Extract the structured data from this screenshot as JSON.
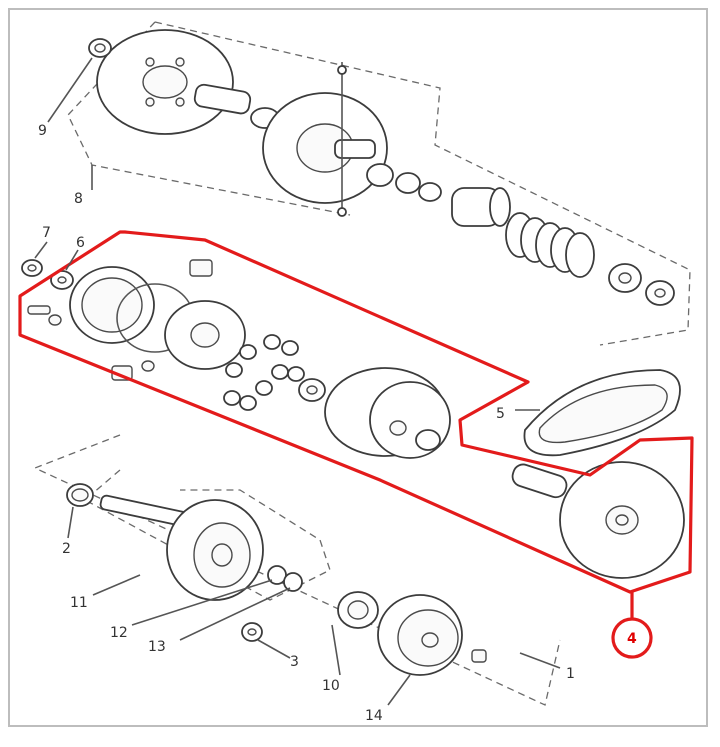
{
  "highlight_color": "#e31b1b",
  "callouts": {
    "c1": "1",
    "c2": "2",
    "c3": "3",
    "c4": "4",
    "c5": "5",
    "c6": "6",
    "c7": "7",
    "c8": "8",
    "c9": "9",
    "c10": "10",
    "c11": "11",
    "c12": "12",
    "c13": "13",
    "c14": "14"
  }
}
